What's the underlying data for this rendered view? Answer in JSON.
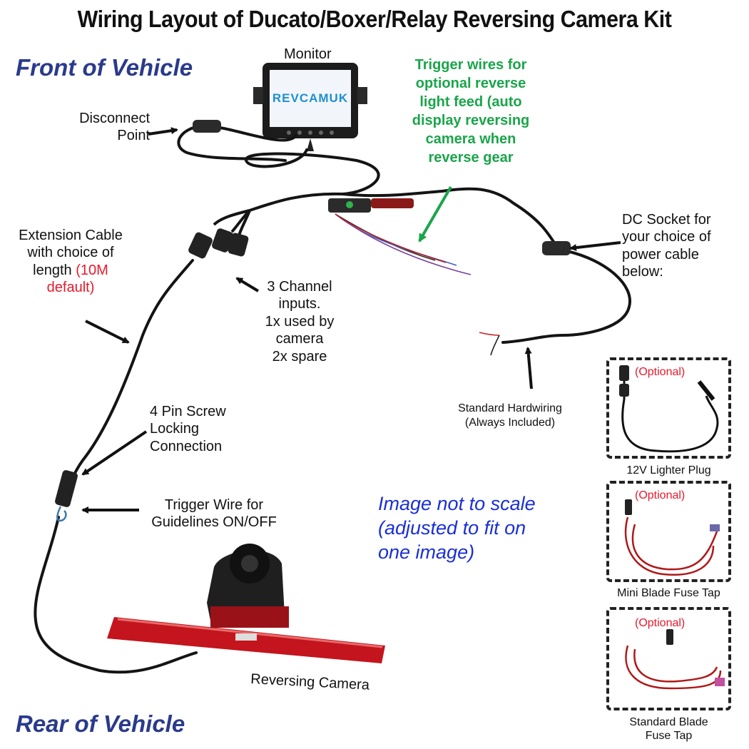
{
  "title": "Wiring Layout of Ducato/Boxer/Relay Reversing Camera Kit",
  "zones": {
    "front": "Front of Vehicle",
    "rear": "Rear of Vehicle"
  },
  "labels": {
    "monitor": "Monitor",
    "monitor_brand": "REVCAMUK",
    "disconnect": [
      "Disconnect",
      "Point"
    ],
    "trigger_wires": [
      "Trigger wires for",
      "optional reverse",
      "light feed (auto",
      "display reversing",
      "camera when",
      "reverse gear"
    ],
    "dc_socket": [
      "DC Socket for",
      "your choice of",
      "power cable",
      "below:"
    ],
    "extension": [
      "Extension Cable",
      "with choice of",
      "length "
    ],
    "extension_red": [
      "(10M",
      "default)"
    ],
    "channels": [
      "3 Channel",
      "inputs.",
      "1x used by",
      "camera",
      "2x spare"
    ],
    "four_pin": [
      "4 Pin Screw",
      "Locking",
      "Connection"
    ],
    "guidelines": [
      "Trigger Wire for",
      "Guidelines ON/OFF"
    ],
    "hardwiring": [
      "Standard Hardwiring",
      "(Always Included)"
    ],
    "scale_note": [
      "Image not to scale",
      "(adjusted to fit on",
      "one image)"
    ],
    "camera": "Reversing Camera"
  },
  "options": [
    {
      "tag": "(Optional)",
      "caption": [
        "12V Lighter Plug"
      ]
    },
    {
      "tag": "(Optional)",
      "caption": [
        "Mini Blade Fuse Tap"
      ]
    },
    {
      "tag": "(Optional)",
      "caption": [
        "Standard Blade",
        "Fuse Tap"
      ]
    }
  ],
  "colors": {
    "zone": "#2a3a8c",
    "accent_red": "#e8192c",
    "trigger_green": "#1aa54a",
    "note_blue": "#1a2fd6",
    "camera_red": "#c4141d"
  }
}
